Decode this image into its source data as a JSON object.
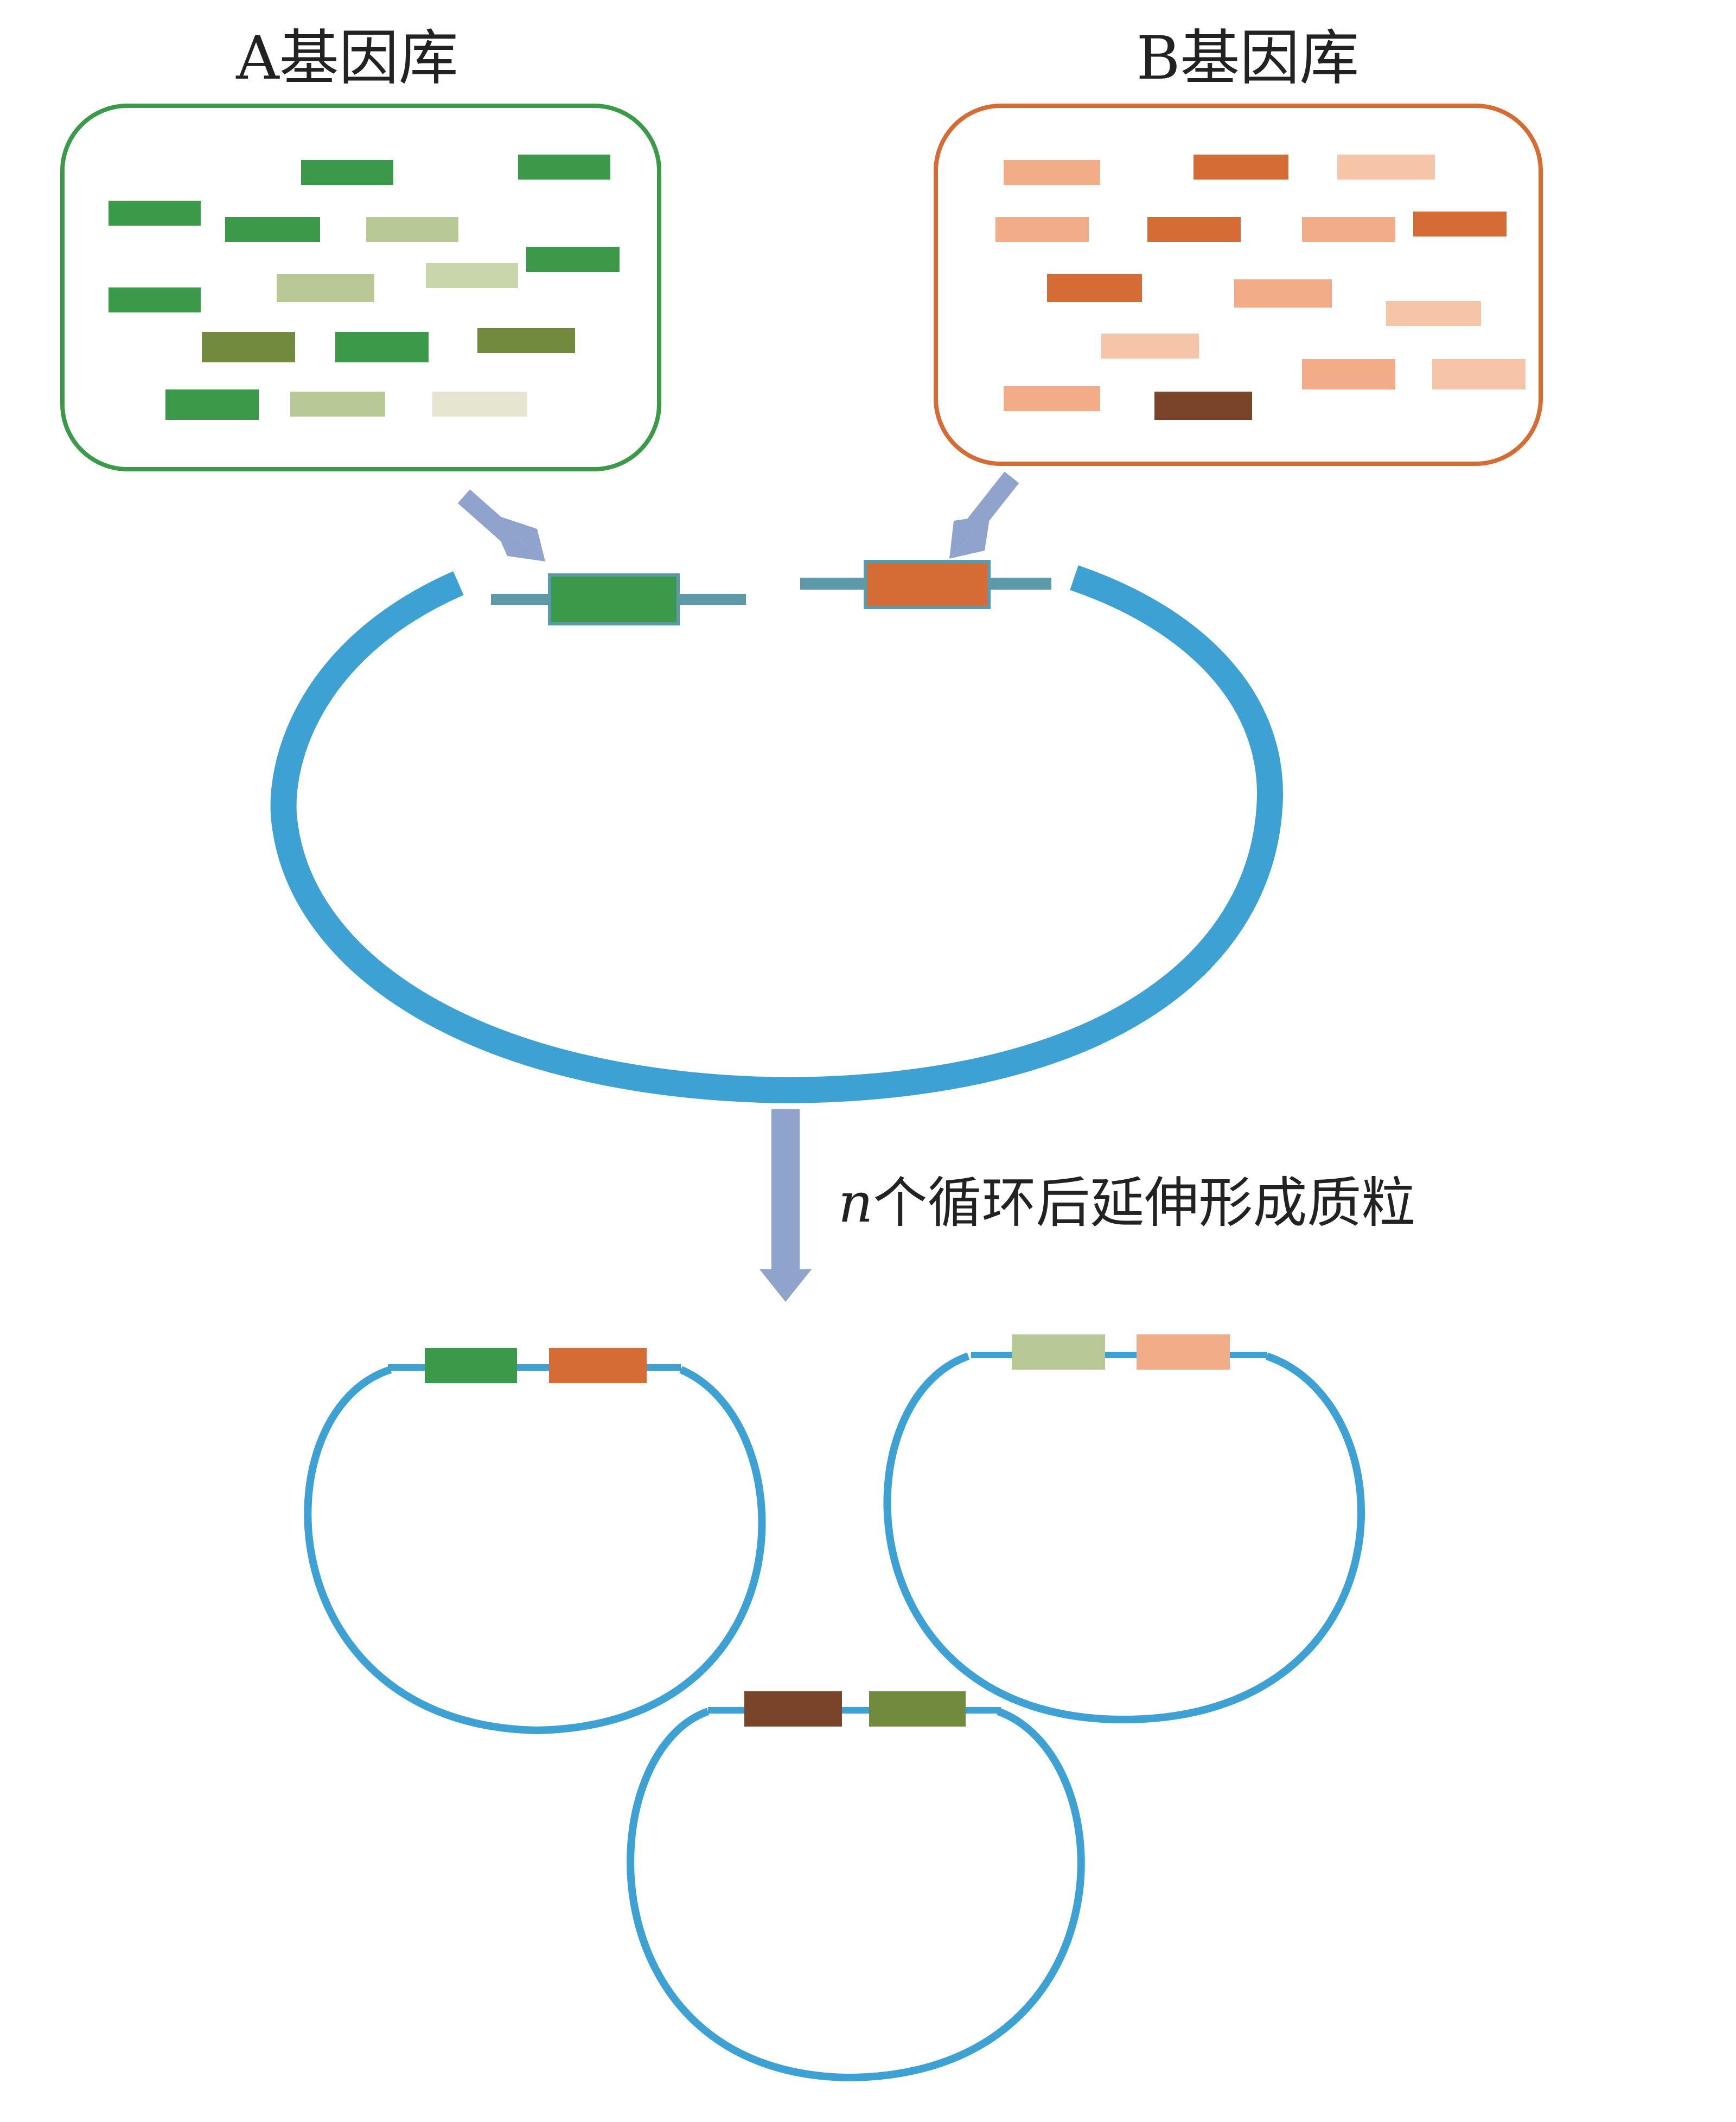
{
  "library_a": {
    "title": "A基因库",
    "border_color": "#3a9a4a",
    "fragment_colors": [
      "#3a9a4a",
      "#3a9a4a",
      "#3a9a4a",
      "#3a9a4a",
      "#b8c995",
      "#3a9a4a",
      "#c9d6ab",
      "#b8c995",
      "#3a9a4a",
      "#728a3e",
      "#3a9a4a",
      "#728a3e",
      "#3a9a4a",
      "#b8c995",
      "#e6e6d0"
    ]
  },
  "library_b": {
    "title": "B基因库",
    "border_color": "#d66c35",
    "fragment_colors": [
      "#f2ad88",
      "#d66c35",
      "#f6c4a6",
      "#f2ad88",
      "#d66c35",
      "#f2ad88",
      "#d66c35",
      "#d66c35",
      "#f2ad88",
      "#f6c4a6",
      "#f6c4a6",
      "#f2ad88",
      "#f6c4a6",
      "#f2ad88",
      "#7a4428"
    ]
  },
  "step_label": {
    "italic": "n",
    "text": "个循环后延伸形成质粒"
  },
  "colors": {
    "plasmid_blue": "#3ea1d3",
    "arrow": "#8fa3cc",
    "linker": "#5c9aaa"
  },
  "result_plasmids": [
    {
      "insert_colors": [
        "#3a9a4a",
        "#d66c35"
      ]
    },
    {
      "insert_colors": [
        "#b8c995",
        "#f2ad88"
      ]
    },
    {
      "insert_colors": [
        "#7a4428",
        "#728a3e"
      ]
    }
  ]
}
